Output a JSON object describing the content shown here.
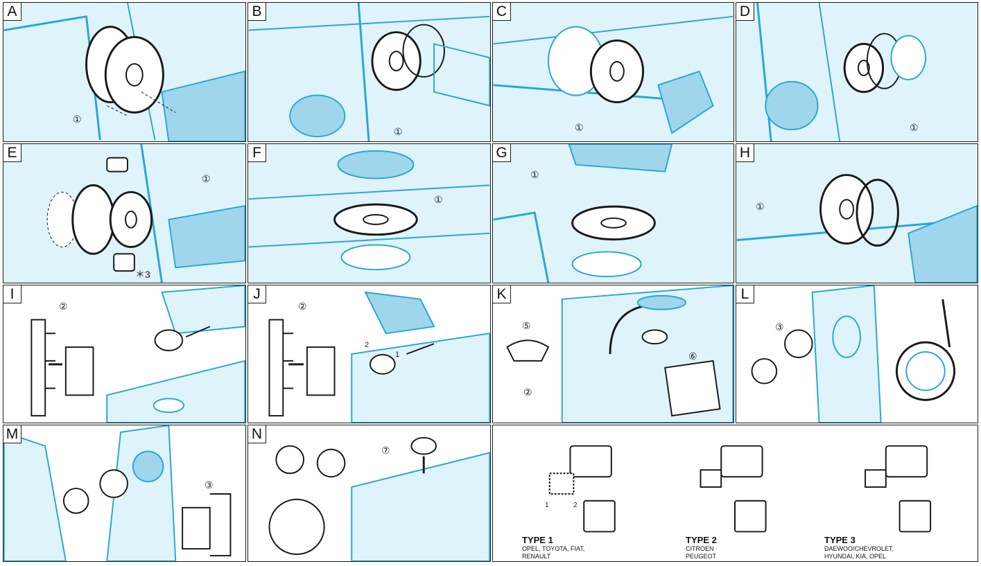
{
  "panels": [
    {
      "id": "A",
      "label": "A"
    },
    {
      "id": "B",
      "label": "B"
    },
    {
      "id": "C",
      "label": "C"
    },
    {
      "id": "D",
      "label": "D"
    },
    {
      "id": "E",
      "label": "E",
      "note": "＊3"
    },
    {
      "id": "F",
      "label": "F"
    },
    {
      "id": "G",
      "label": "G"
    },
    {
      "id": "H",
      "label": "H"
    },
    {
      "id": "I",
      "label": "I"
    },
    {
      "id": "J",
      "label": "J"
    },
    {
      "id": "K",
      "label": "K"
    },
    {
      "id": "L",
      "label": "L"
    },
    {
      "id": "M",
      "label": "M"
    },
    {
      "id": "N",
      "label": "N"
    }
  ],
  "callouts": {
    "c1": "①",
    "c2": "②",
    "c3": "③",
    "c5": "⑤",
    "c6": "⑥",
    "c7": "⑦"
  },
  "step_numbers": {
    "one": "1",
    "two": "2"
  },
  "connector_types": [
    {
      "title": "TYPE 1",
      "desc": "OPEL, TOYOTA, FIAT, RENAULT"
    },
    {
      "title": "TYPE 2",
      "desc": "CITROEN PEUGEOT"
    },
    {
      "title": "TYPE 3",
      "desc": "DAEWOO/CHEVROLET, HYUNDAI, KIA, OPEL"
    }
  ],
  "colors": {
    "panel_bg": "#dff3fa",
    "line_blue": "#2aa6d6",
    "ink": "#1a1a1a",
    "grille": "#9fd6ec"
  }
}
